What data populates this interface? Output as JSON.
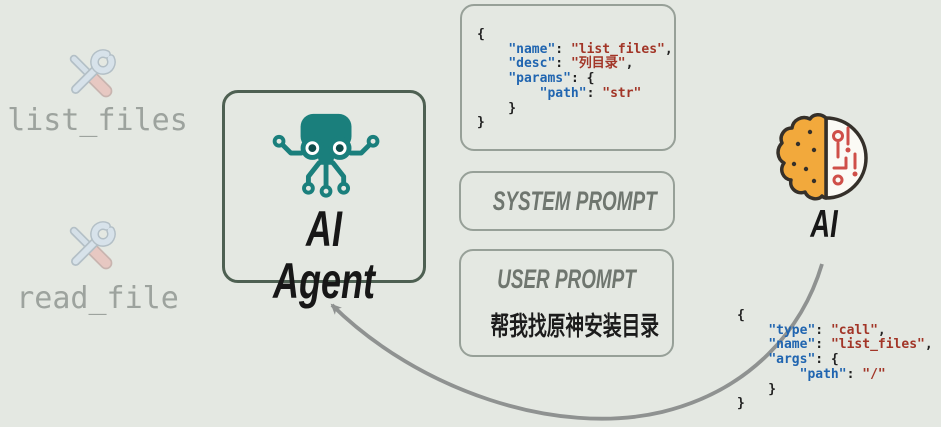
{
  "background": "#e4e8e2",
  "colors": {
    "teal": "#1a7f7c",
    "code_key": "#2065b0",
    "code_value": "#a23527",
    "code_plain": "#212121",
    "arrow": "#8f9291",
    "card_border": "#97a098",
    "agent_border": "#4e6052",
    "muted_text": "#6f766f",
    "tool_label": "#9da39e",
    "brain_yellow": "#f2a93c",
    "brain_red": "#cf4f49"
  },
  "tools": {
    "items": [
      {
        "label": "list_files",
        "icon": "wrench-screwdriver-icon"
      },
      {
        "label": "read_file",
        "icon": "wrench-screwdriver-icon"
      }
    ]
  },
  "agent": {
    "label": "AI Agent",
    "icon": "circuit-octopus-icon"
  },
  "tool_schema": {
    "lines": [
      [
        {
          "t": "{",
          "c": "p"
        }
      ],
      [
        {
          "t": "    ",
          "c": "p"
        },
        {
          "t": "\"name\"",
          "c": "k"
        },
        {
          "t": ": ",
          "c": "p"
        },
        {
          "t": "\"list_files\"",
          "c": "v"
        },
        {
          "t": ",",
          "c": "p"
        }
      ],
      [
        {
          "t": "    ",
          "c": "p"
        },
        {
          "t": "\"desc\"",
          "c": "k"
        },
        {
          "t": ": ",
          "c": "p"
        },
        {
          "t": "\"列目录\"",
          "c": "v"
        },
        {
          "t": ",",
          "c": "p"
        }
      ],
      [
        {
          "t": "    ",
          "c": "p"
        },
        {
          "t": "\"params\"",
          "c": "k"
        },
        {
          "t": ": {",
          "c": "p"
        }
      ],
      [
        {
          "t": "        ",
          "c": "p"
        },
        {
          "t": "\"path\"",
          "c": "k"
        },
        {
          "t": ": ",
          "c": "p"
        },
        {
          "t": "\"str\"",
          "c": "v"
        }
      ],
      [
        {
          "t": "    }",
          "c": "p"
        }
      ],
      [
        {
          "t": "}",
          "c": "p"
        }
      ]
    ]
  },
  "system_prompt": {
    "label": "SYSTEM PROMPT"
  },
  "user_prompt": {
    "label": "USER PROMPT",
    "message": "帮我找原神安装目录"
  },
  "model": {
    "label": "AI",
    "icon": "brain-icon"
  },
  "tool_call": {
    "lines": [
      [
        {
          "t": "{",
          "c": "p"
        }
      ],
      [
        {
          "t": "    ",
          "c": "p"
        },
        {
          "t": "\"type\"",
          "c": "k"
        },
        {
          "t": ": ",
          "c": "p"
        },
        {
          "t": "\"call\"",
          "c": "v"
        },
        {
          "t": ",",
          "c": "p"
        }
      ],
      [
        {
          "t": "    ",
          "c": "p"
        },
        {
          "t": "\"name\"",
          "c": "k"
        },
        {
          "t": ": ",
          "c": "p"
        },
        {
          "t": "\"list_files\"",
          "c": "v"
        },
        {
          "t": ",",
          "c": "p"
        }
      ],
      [
        {
          "t": "    ",
          "c": "p"
        },
        {
          "t": "\"args\"",
          "c": "k"
        },
        {
          "t": ": {",
          "c": "p"
        }
      ],
      [
        {
          "t": "        ",
          "c": "p"
        },
        {
          "t": "\"path\"",
          "c": "k"
        },
        {
          "t": ": ",
          "c": "p"
        },
        {
          "t": "\"/\"",
          "c": "v"
        }
      ],
      [
        {
          "t": "    }",
          "c": "p"
        }
      ],
      [
        {
          "t": "}",
          "c": "p"
        }
      ]
    ]
  }
}
